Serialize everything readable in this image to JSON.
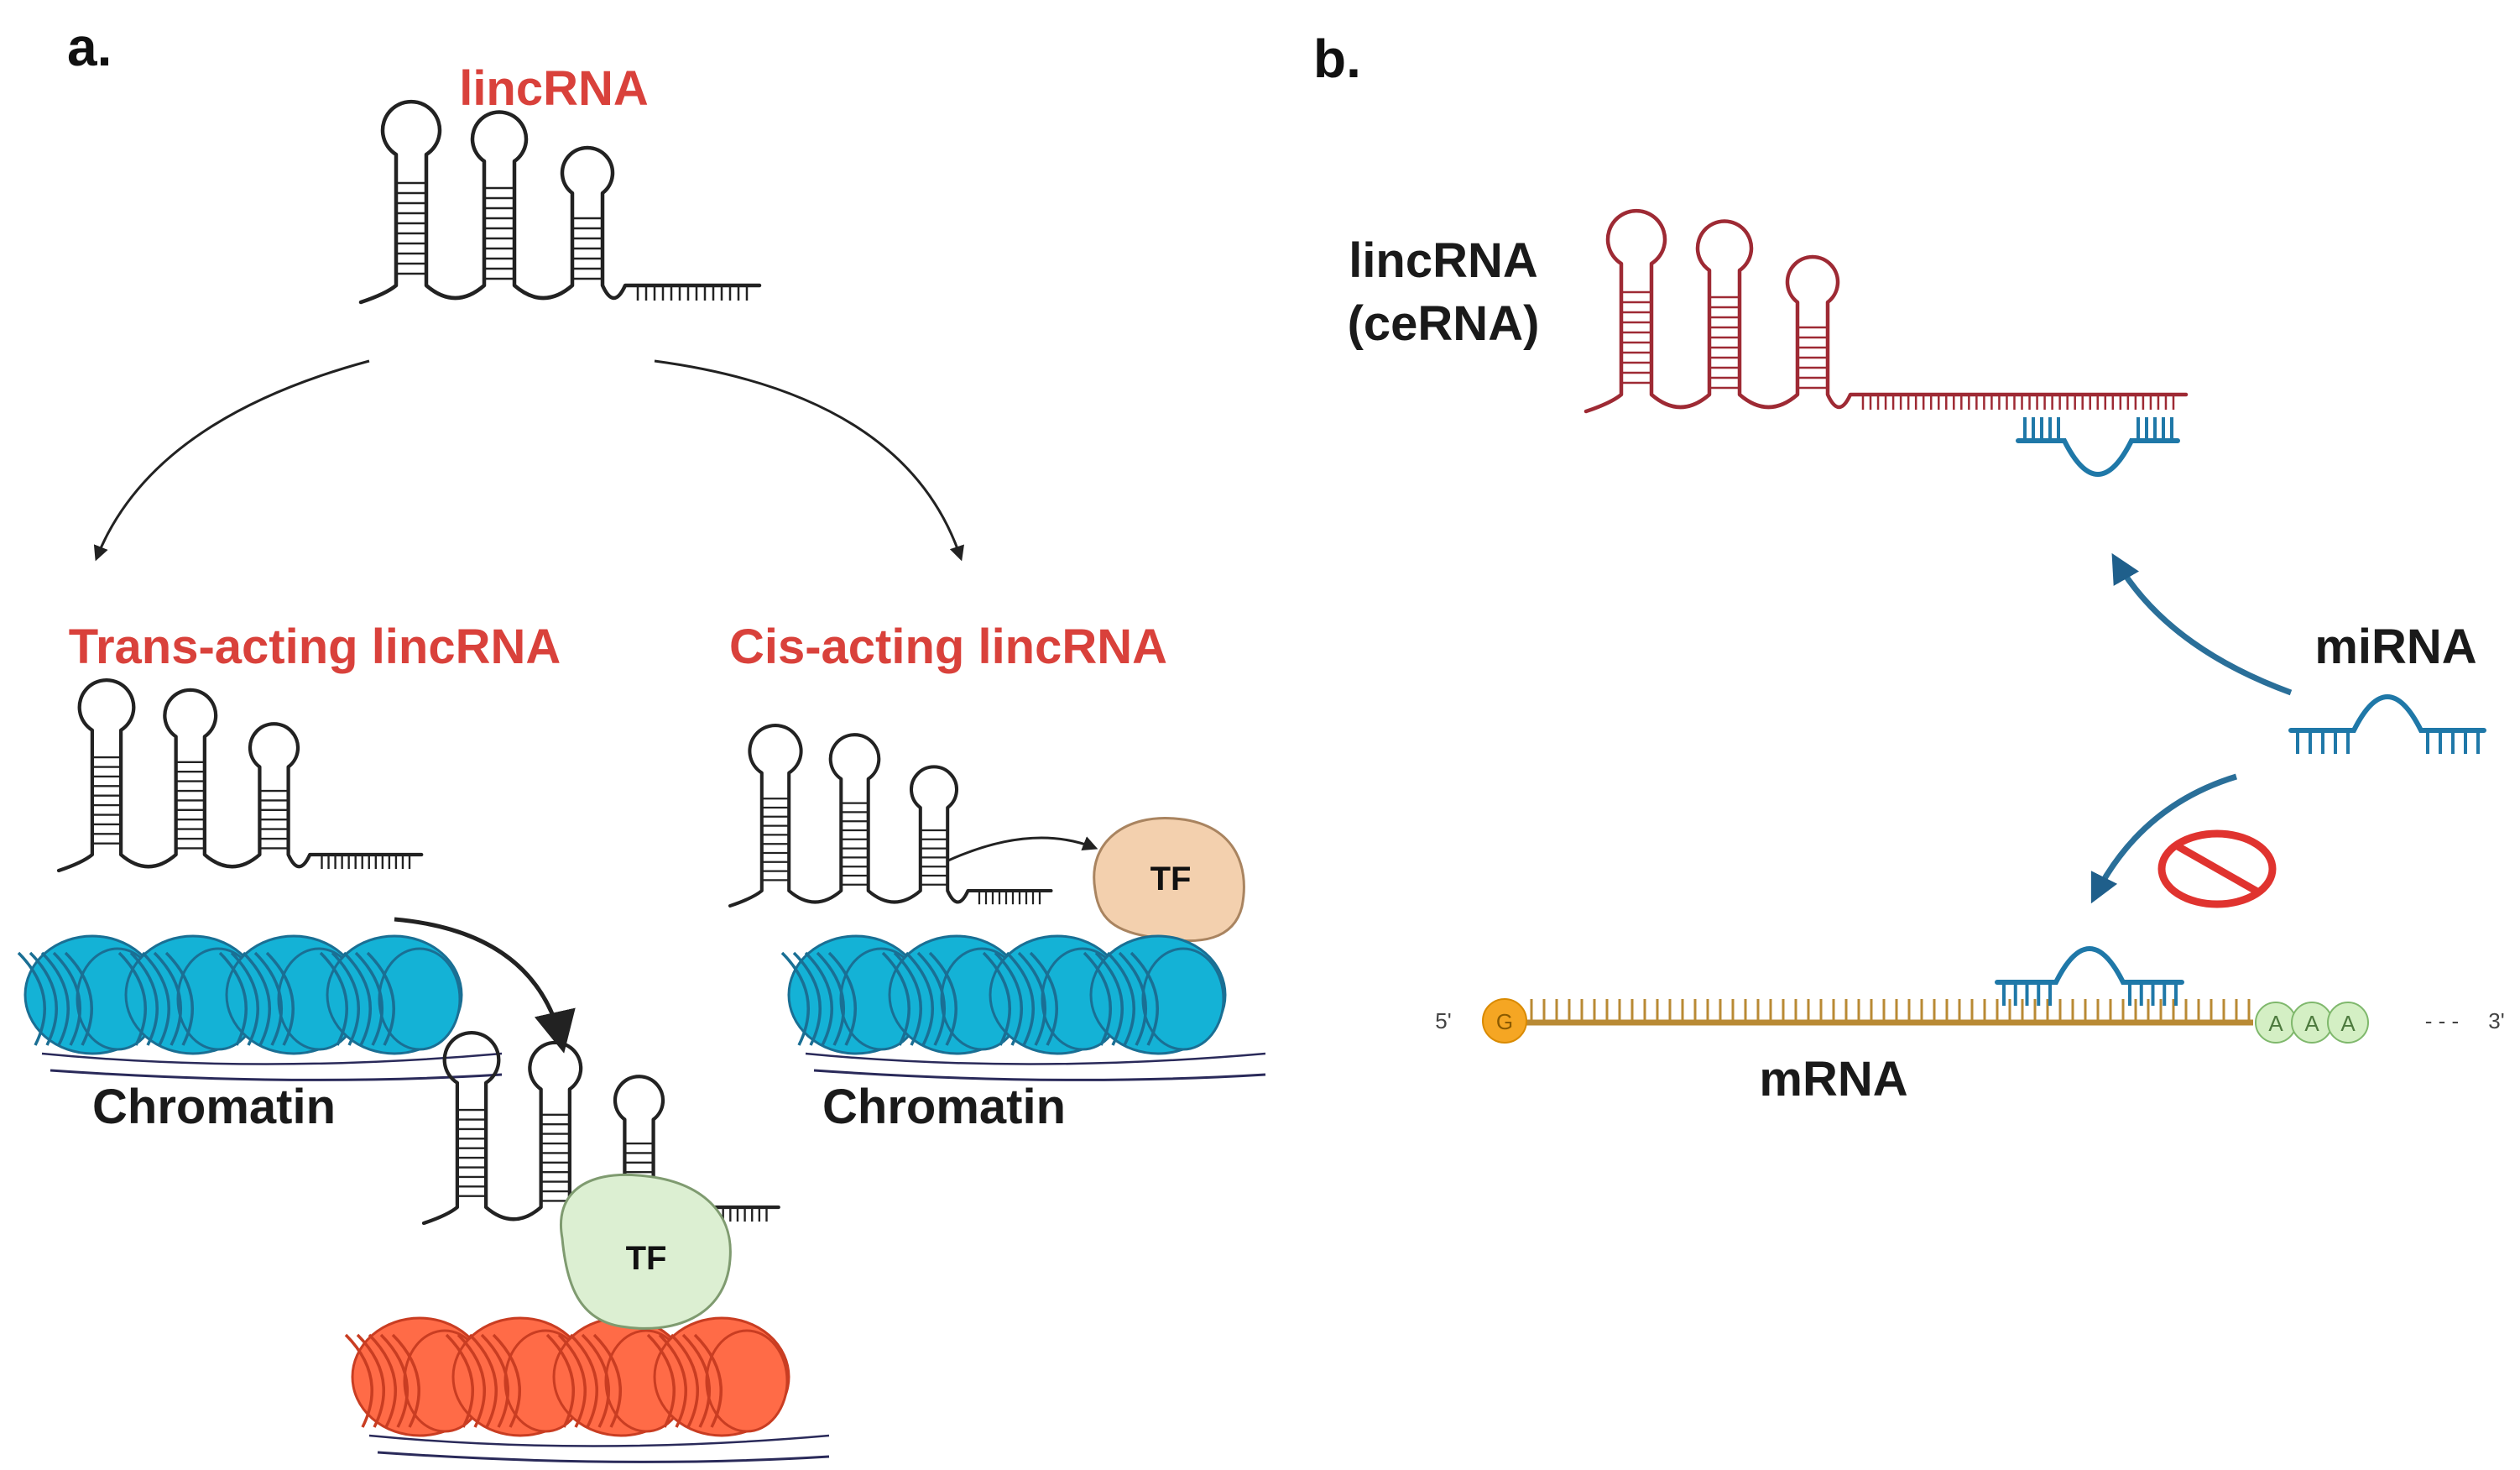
{
  "colors": {
    "red_label": "#d9413b",
    "ink": "#222222",
    "lincrna_red": "#9e2a34",
    "mirna_blue": "#1f78a8",
    "chromatin_cyan": "#14b2d6",
    "chromatin_dark": "#1a6f94",
    "chromatin_red": "#ff6b47",
    "chromatin_red_dark": "#c93d22",
    "tf_tan": "#f3d0ae",
    "tf_green": "#dcefd2",
    "mrna_brown": "#b98a34",
    "cap_orange": "#f5a623",
    "polya_green": "#d4efc4",
    "block_red": "#e0332f"
  },
  "panel_a": {
    "label": "a.",
    "top_label": "lincRNA",
    "left_branch_label": "Trans-acting lincRNA",
    "right_branch_label": "Cis-acting lincRNA",
    "left_chromatin_label": "Chromatin",
    "right_chromatin_label": "Chromatin",
    "tf_right": "TF",
    "tf_bottom": "TF"
  },
  "panel_b": {
    "label": "b.",
    "lincrna_label_line1": "lincRNA",
    "lincrna_label_line2": "(ceRNA)",
    "mirna_label": "miRNA",
    "mrna_label": "mRNA",
    "five_prime": "5'",
    "three_prime": "3'",
    "cap_letter": "G",
    "polya_letters": [
      "A",
      "A",
      "A"
    ],
    "tail_dashes": "- - -"
  }
}
